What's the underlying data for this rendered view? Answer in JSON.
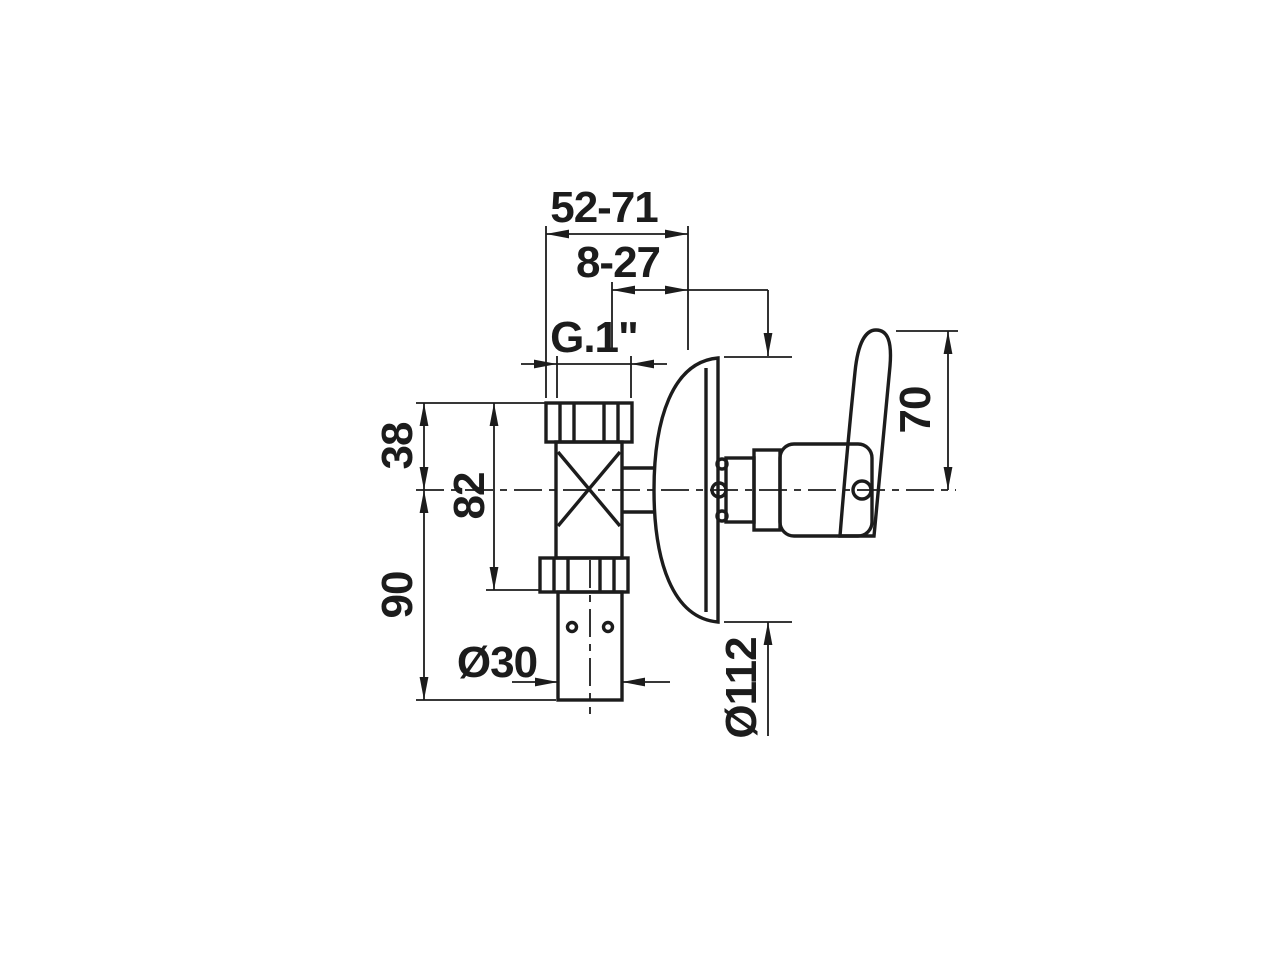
{
  "drawing": {
    "type": "technical-dimension-drawing",
    "colors": {
      "line": "#1c1c1c",
      "background": "#ffffff"
    }
  },
  "labels": {
    "span_top": "52-71",
    "span_wall": "8-27",
    "thread": "G.1\"",
    "top_to_center": "38",
    "body_height": "82",
    "center_to_bottom": "90",
    "handle_height": "70",
    "pipe_diameter": "Ø30",
    "plate_diameter": "Ø112"
  }
}
